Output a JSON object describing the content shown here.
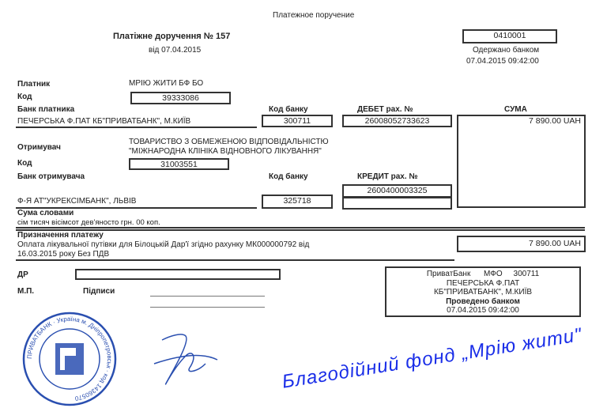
{
  "header": {
    "doc_title": "Платежное поручение",
    "title": "Платіжне доручення  № 157",
    "date": "від 07.04.2015",
    "code_box": "0410001",
    "received_label": "Одержано банком",
    "received_datetime": "07.04.2015 09:42:00"
  },
  "payer": {
    "label": "Платник",
    "name": "МРІЮ ЖИТИ БФ БО",
    "code_label": "Код",
    "code": "39333086",
    "bank_label": "Банк платника",
    "bank": "ПЕЧЕРСЬКА Ф.ПАТ КБ\"ПРИВАТБАНК\", М.КИЇВ",
    "bank_code_label": "Код банку",
    "bank_code": "300711",
    "debit_label": "ДЕБЕТ рах. №",
    "debit_account": "26008052733623",
    "sum_label": "СУМА",
    "sum": "7 890.00 UAH"
  },
  "recipient": {
    "label": "Отримувач",
    "name_line1": "ТОВАРИСТВО З ОБМЕЖЕНОЮ ВІДПОВІДАЛЬНІСТЮ",
    "name_line2": "\"МІЖНАРОДНА КЛІНІКА ВІДНОВНОГО ЛІКУВАННЯ\"",
    "code_label": "Код",
    "code": "31003551",
    "bank_label": "Банк отримувача",
    "bank": "Ф-Я АТ\"УКРЕКСІМБАНК\", ЛЬВІВ",
    "bank_code_label": "Код банку",
    "bank_code": "325718",
    "credit_label": "КРЕДИТ рах. №",
    "credit_account": "2600400003325"
  },
  "amount_words": {
    "label": "Сума словами",
    "text": "сім тисяч вісімсот дев'яносто грн. 00 коп."
  },
  "purpose": {
    "label": "Призначення платежу",
    "line1": "Оплата лікувальної путівки для Білоцькій Дар'ї згідно рахунку МК000000792 від",
    "line2": "16.03.2015 року Без ПДВ",
    "sum": "7 890.00 UAH"
  },
  "footer": {
    "dr_label": "ДР",
    "mp_label": "М.П.",
    "signatures_label": "Підписи"
  },
  "bank_stamp": {
    "bank": "ПриватБанк",
    "mfo_label": "МФО",
    "mfo": "300711",
    "line2": "ПЕЧЕРСЬКА Ф.ПАТ",
    "line3": "КБ\"ПРИВАТБАНК\", М.КИЇВ",
    "processed_label": "Проведено банком",
    "processed_datetime": "07.04.2015 09:42:00"
  },
  "watermark": "Благодійний фонд „Мрію жити\"",
  "seal_text": "ПРИВАТБАНК · Україна м. Дніпропетровськ · код 14360570",
  "colors": {
    "watermark": "#1a2ee8",
    "seal": "#2a4fb0"
  }
}
